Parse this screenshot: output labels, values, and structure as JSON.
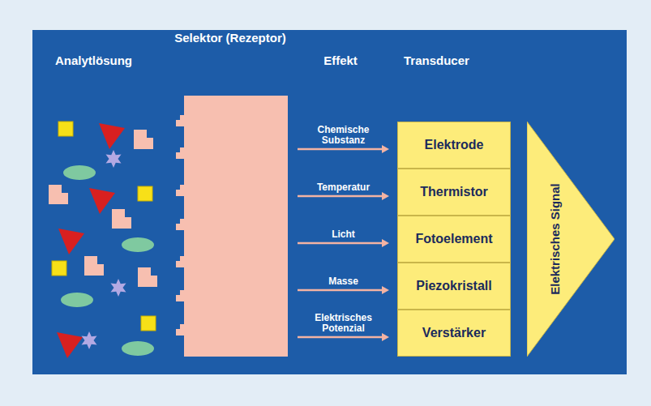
{
  "diagram": {
    "nodes": [
      {
        "text": [
          "Selektor (Rezeptor)"
        ]
      },
      {
        "text": [
          "Elektrode"
        ]
      },
      {
        "text": [
          "Thermistor"
        ]
      },
      {
        "text": [
          "Fotoelement"
        ]
      },
      {
        "text": [
          "Piezokristall"
        ]
      },
      {
        "text": [
          "Verstärker"
        ]
      },
      {
        "text": [
          "Elektrisches Signal"
        ]
      }
    ],
    "edges": [
      {
        "from": 0,
        "to": 1,
        "label": "Chemische Substanz",
        "arrow": "to"
      },
      {
        "from": 0,
        "to": 2,
        "label": "Temperatur",
        "arrow": "to"
      },
      {
        "from": 0,
        "to": 3,
        "label": "Licht",
        "arrow": "to"
      },
      {
        "from": 0,
        "to": 4,
        "label": "Masse",
        "arrow": "to"
      },
      {
        "from": 0,
        "to": 5,
        "label": "Elektrisches Potenzial",
        "arrow": "to"
      }
    ],
    "labels": [
      "Analytlösung",
      "Effekt",
      "Transducer"
    ]
  }
}
